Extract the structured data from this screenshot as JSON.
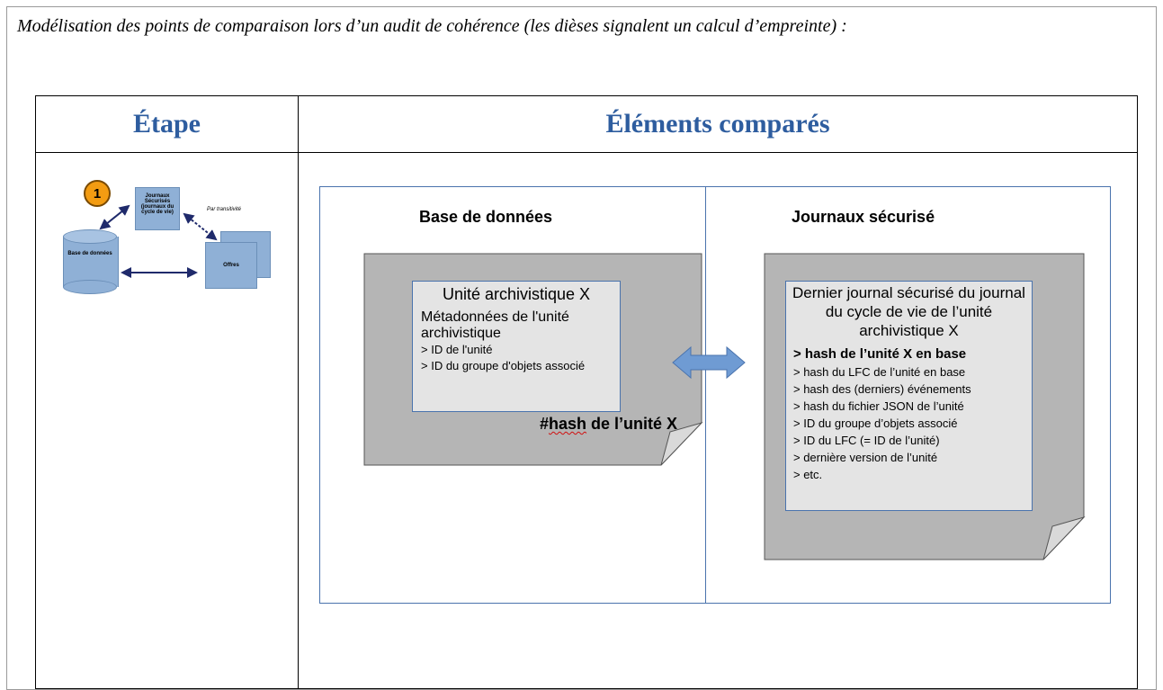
{
  "caption": "Modélisation des points de comparaison lors d’un audit de cohérence (les dièses signalent un calcul d’empreinte) :",
  "table": {
    "header_step": "Étape",
    "header_elements": "Éléments comparés"
  },
  "step": {
    "badge": "1",
    "journals_label": "Journaux Sécurisés (journaux du cycle de vie)",
    "note": "Par transitivité",
    "db_label": "Base de données",
    "offers_label": "Offres"
  },
  "compare": {
    "left_title": "Base de données",
    "right_title": "Journaux sécurisé",
    "left_card": {
      "title": "Unité archivistique X",
      "subtitle": "Métadonnées de l'unité archivistique",
      "lines": [
        "> ID de l'unité",
        "> ID du groupe d'objets associé"
      ]
    },
    "hash_label_prefix": "#",
    "hash_label_word": "hash",
    "hash_label_rest": " de l’unité X",
    "right_card": {
      "title": "Dernier journal sécurisé du journal du cycle de vie de l’unité archivistique X",
      "bold_line": "> hash de l’unité X en base",
      "lines": [
        "> hash du LFC de l’unité en base",
        "> hash des (derniers) événements",
        "> hash du fichier JSON de l’unité",
        "> ID du groupe d’objets associé",
        "> ID du LFC (= ID de l’unité)",
        "> dernière version de l’unité",
        "> etc."
      ]
    }
  },
  "colors": {
    "header_blue": "#2e5d9f",
    "diagram_blue": "#8fb0d6",
    "badge_orange": "#f39c12",
    "doc_gray": "#b5b5b5",
    "arrow_blue": "#6f9bd3"
  }
}
